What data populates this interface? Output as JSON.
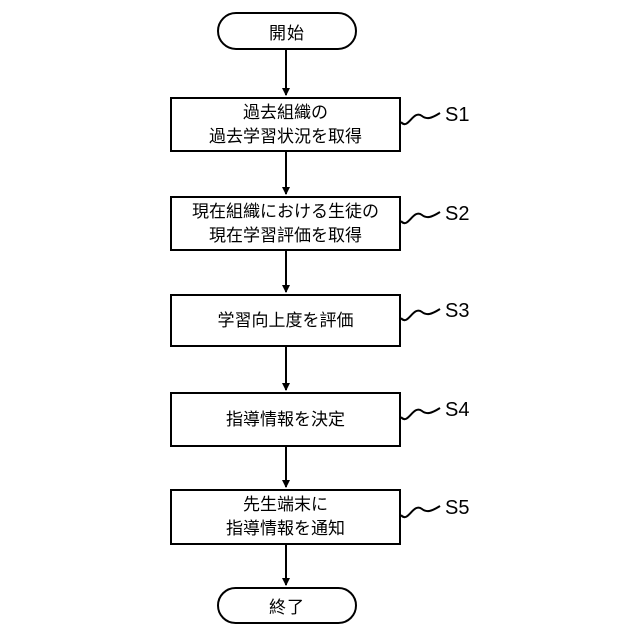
{
  "figure": {
    "type": "flowchart",
    "colors": {
      "line": "#000000",
      "background": "#ffffff"
    },
    "start_label": "開始",
    "end_label": "終了",
    "steps": [
      {
        "id": "S1",
        "lines": [
          "過去組織の",
          "過去学習状況を取得"
        ]
      },
      {
        "id": "S2",
        "lines": [
          "現在組織における生徒の",
          "現在学習評価を取得"
        ]
      },
      {
        "id": "S3",
        "lines": [
          "学習向上度を評価"
        ]
      },
      {
        "id": "S4",
        "lines": [
          "指導情報を決定"
        ]
      },
      {
        "id": "S5",
        "lines": [
          "先生端末に",
          "指導情報を通知"
        ]
      }
    ]
  }
}
